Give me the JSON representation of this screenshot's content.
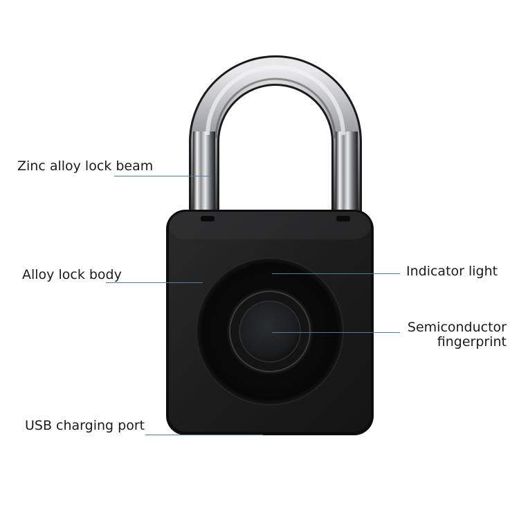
{
  "labels": {
    "lock_beam": "Zinc alloy lock beam",
    "lock_body": "Alloy lock body",
    "indicator": "Indicator light",
    "fingerprint_line1": "Semiconductor",
    "fingerprint_line2": "fingerprint",
    "usb_port": "USB charging port"
  },
  "colors": {
    "leader_line": "#4f7f8f",
    "body": "#1e1e1f",
    "shackle": "#c9ccd0",
    "text": "#1a1a1a"
  }
}
